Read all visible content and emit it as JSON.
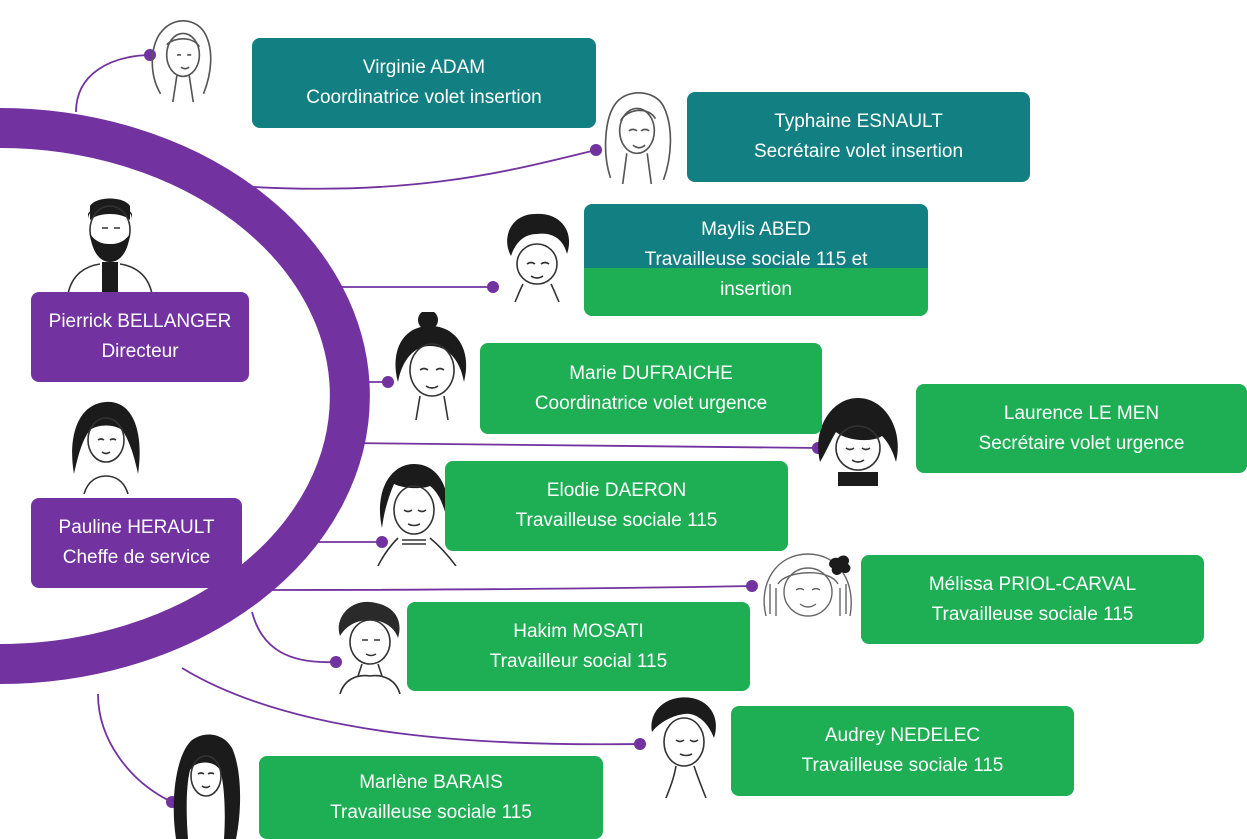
{
  "colors": {
    "insertion": "#127f82",
    "urgence": "#1eae54",
    "direction": "#7232a0",
    "connector": "#7232a0"
  },
  "people": [
    {
      "id": "pierrick",
      "name": "Pierrick BELLANGER",
      "role": "Directeur",
      "team": "direction"
    },
    {
      "id": "pauline",
      "name": "Pauline HERAULT",
      "role": "Cheffe de service",
      "team": "direction"
    },
    {
      "id": "virginie",
      "name": "Virginie ADAM",
      "role": "Coordinatrice volet insertion",
      "team": "insertion"
    },
    {
      "id": "typhaine",
      "name": "Typhaine ESNAULT",
      "role": "Secrétaire volet insertion",
      "team": "insertion"
    },
    {
      "id": "maylis",
      "name": "Maylis ABED",
      "role": "Travailleuse sociale 115  et",
      "role2": "insertion",
      "team": "mixte"
    },
    {
      "id": "marie",
      "name": "Marie DUFRAICHE",
      "role": "Coordinatrice volet urgence",
      "team": "urgence"
    },
    {
      "id": "laurence",
      "name": "Laurence LE MEN",
      "role": "Secrétaire volet urgence",
      "team": "urgence"
    },
    {
      "id": "elodie",
      "name": "Elodie DAERON",
      "role": "Travailleuse sociale 115",
      "team": "urgence"
    },
    {
      "id": "melissa",
      "name": "Mélissa PRIOL-CARVAL",
      "role": "Travailleuse sociale 115",
      "team": "urgence"
    },
    {
      "id": "hakim",
      "name": "Hakim MOSATI",
      "role": "Travailleur social 115",
      "team": "urgence"
    },
    {
      "id": "audrey",
      "name": "Audrey NEDELEC",
      "role": "Travailleuse sociale 115",
      "team": "urgence"
    },
    {
      "id": "marlene",
      "name": "Marlène BARAIS",
      "role": "Travailleuse sociale 115",
      "team": "urgence"
    }
  ],
  "avatars": [
    {
      "id": "virginie",
      "hair": "long-light"
    },
    {
      "id": "typhaine",
      "hair": "long-light"
    },
    {
      "id": "maylis",
      "hair": "curly-dark"
    },
    {
      "id": "marie",
      "hair": "bun-dark"
    },
    {
      "id": "laurence",
      "hair": "bob-dark"
    },
    {
      "id": "elodie",
      "hair": "bob-dark"
    },
    {
      "id": "melissa",
      "hair": "bob-light"
    },
    {
      "id": "hakim",
      "hair": "curly-dark"
    },
    {
      "id": "audrey",
      "hair": "short-dark"
    },
    {
      "id": "marlene",
      "hair": "long-dark"
    },
    {
      "id": "pierrick",
      "hair": "beard-dark"
    },
    {
      "id": "pauline",
      "hair": "long-dark"
    }
  ]
}
